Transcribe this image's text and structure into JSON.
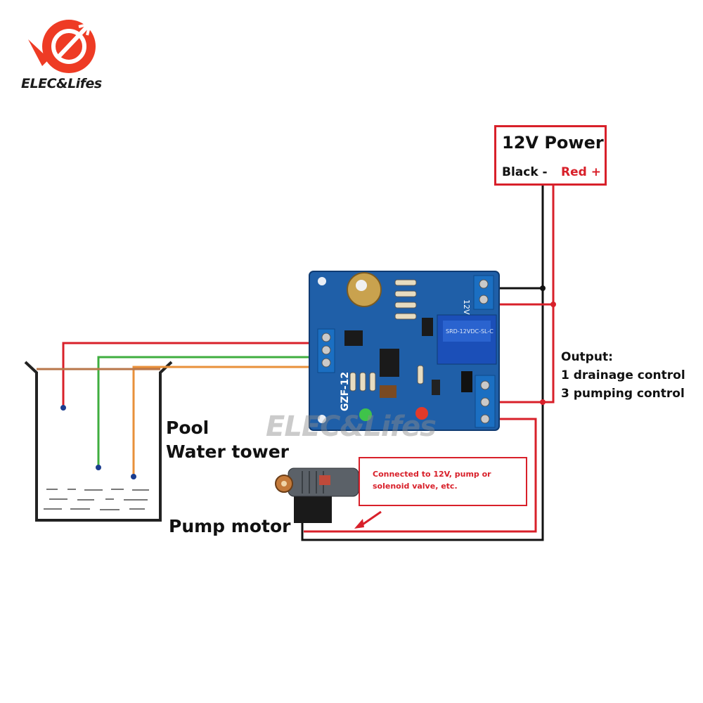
{
  "brand": {
    "name": "ELEC&Lifes",
    "logo_color": "#ee3b24"
  },
  "watermark": "ELEC&Lifes",
  "power": {
    "title": "12V Power",
    "black_label": "Black -",
    "red_label": "Red +"
  },
  "board": {
    "model_label": "GZF-12",
    "voltage_label": "12V",
    "relay_label": "SRD-12VDC-SL-C"
  },
  "output": {
    "title": "Output:",
    "line1": "1 drainage control",
    "line2": "3 pumping control"
  },
  "tank": {
    "label_line1": "Pool",
    "label_line2": "Water tower"
  },
  "pump": {
    "label": "Pump motor"
  },
  "note": "Connected to 12V, pump or solenoid valve, etc.",
  "colors": {
    "wire_red": "#d8202a",
    "wire_green": "#3fae3f",
    "wire_orange": "#e8903a",
    "wire_brown": "#b8764a",
    "wire_black": "#111111",
    "pcb_blue": "#1f5fa8",
    "terminal_blue": "#1b6fc2"
  }
}
